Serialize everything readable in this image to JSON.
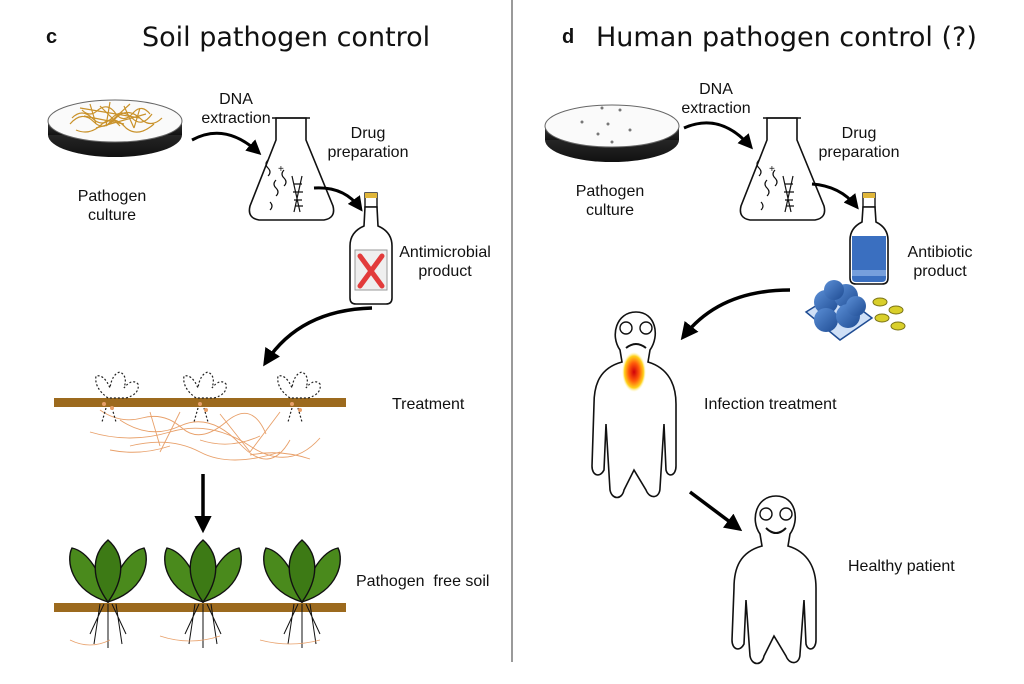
{
  "panel_c": {
    "letter": "c",
    "title": "Soil pathogen control",
    "labels": {
      "dna_extraction": [
        "DNA",
        "extraction"
      ],
      "drug_preparation": [
        "Drug",
        "preparation"
      ],
      "pathogen_culture": [
        "Pathogen",
        "culture"
      ],
      "antimicrobial_product": [
        "Antimicrobial",
        "product"
      ],
      "treatment": "Treatment",
      "pathogen_free_soil": "Pathogen  free soil"
    }
  },
  "panel_d": {
    "letter": "d",
    "title": "Human pathogen control (?)",
    "labels": {
      "dna_extraction": [
        "DNA",
        "extraction"
      ],
      "drug_preparation": [
        "Drug",
        "preparation"
      ],
      "pathogen_culture": [
        "Pathogen",
        "culture"
      ],
      "antibiotic_product": [
        "Antibiotic",
        "product"
      ],
      "infection_treatment": "Infection treatment",
      "healthy_patient": "Healthy patient"
    }
  },
  "colors": {
    "soil": "#9c6a1e",
    "fungus": "#c9922b",
    "roots": "#e8a06a",
    "leaf": "#4a8a1c",
    "leaf_dark": "#2f6410",
    "cross": "#e23b3b",
    "blue_liquid": "#3a6fc0",
    "pills": "#d9cf2a",
    "infection": "#e8161b"
  }
}
